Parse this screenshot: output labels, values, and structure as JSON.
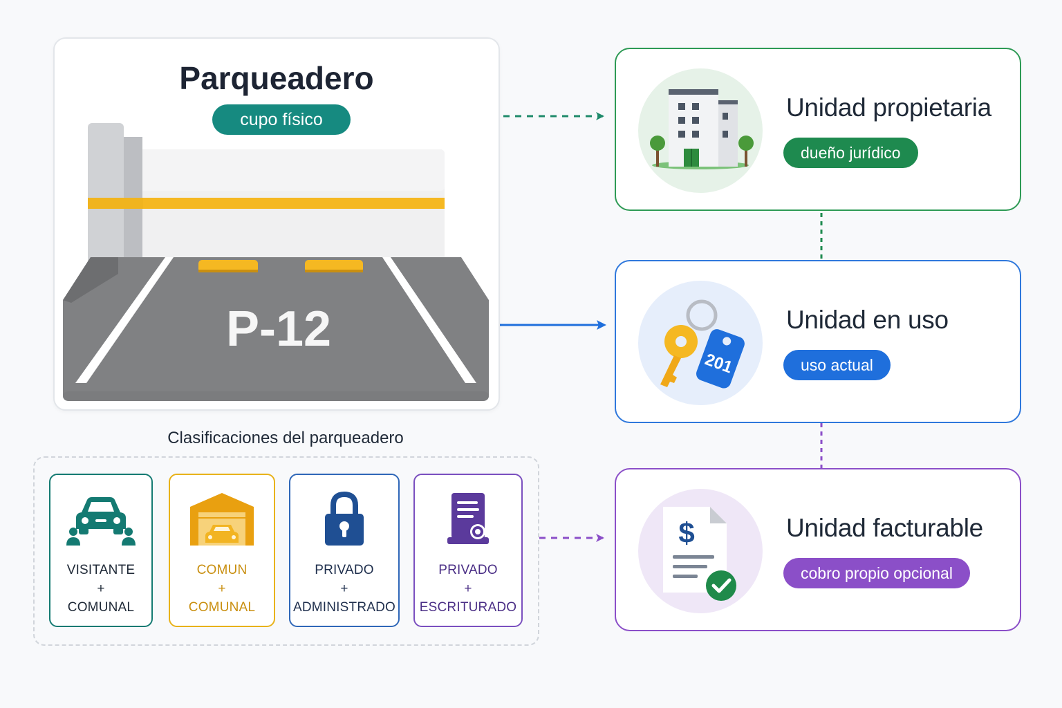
{
  "parking": {
    "title": "Parqueadero",
    "badge": "cupo físico",
    "spot_code": "P-12"
  },
  "classifications": {
    "title": "Clasificaciones del parqueadero",
    "items": [
      {
        "icon": "car-with-people-icon",
        "line1": "VISITANTE",
        "plus": "+",
        "line2": "COMUNAL",
        "color": "#147a72"
      },
      {
        "icon": "garage-car-icon",
        "line1": "COMUN",
        "plus": "+",
        "line2": "COMUNAL",
        "color": "#d99a06"
      },
      {
        "icon": "padlock-icon",
        "line1": "PRIVADO",
        "plus": "+",
        "line2": "ADMINISTRADO",
        "color": "#1f4f93"
      },
      {
        "icon": "deed-certificate-icon",
        "line1": "PRIVADO",
        "plus": "+",
        "line2": "ESCRITURADO",
        "color": "#5b3a9c"
      }
    ]
  },
  "units": [
    {
      "icon": "building-icon",
      "title": "Unidad propietaria",
      "badge": "dueño jurídico",
      "color": "#1e8a4f"
    },
    {
      "icon": "key-tag-icon",
      "title": "Unidad en uso",
      "badge": "uso actual",
      "color": "#1f6fdc"
    },
    {
      "icon": "invoice-check-icon",
      "title": "Unidad facturable",
      "badge": "cobro propio opcional",
      "color": "#8b4fc8"
    }
  ],
  "colors": {
    "teal": "#168a80",
    "green": "#1e8a4f",
    "blue": "#1f6fdc",
    "purple": "#8b4fc8",
    "yellow": "#f5b822"
  }
}
